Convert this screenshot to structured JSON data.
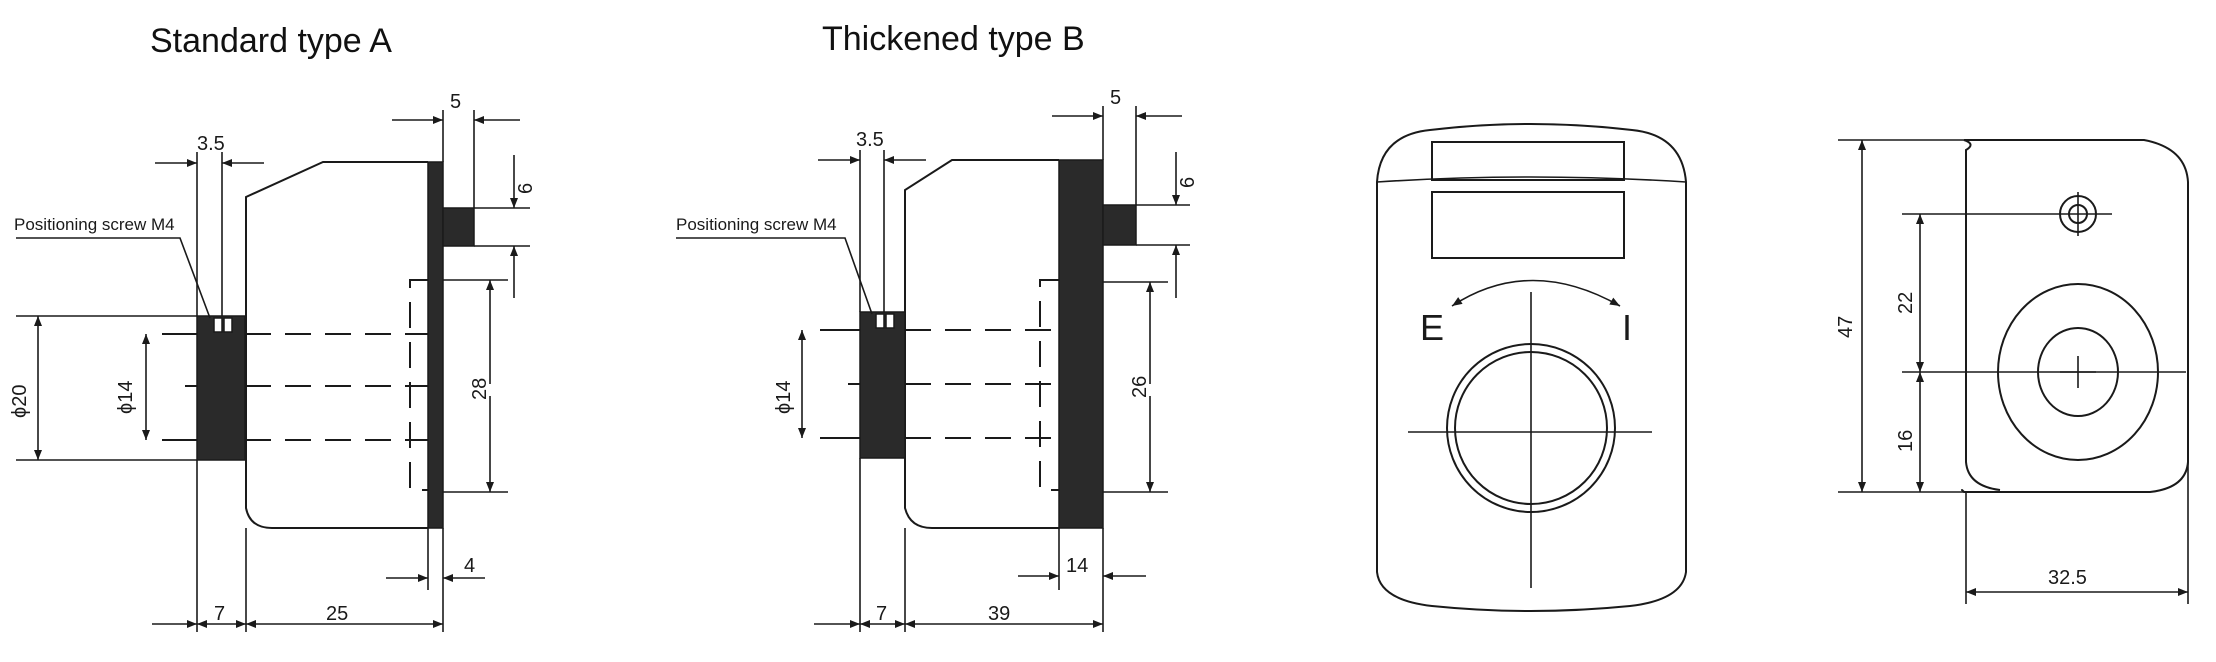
{
  "titles": {
    "type_a": "Standard type A",
    "type_b": "Thickened type B"
  },
  "type_a": {
    "screw_label": "Positioning screw M4",
    "dims": {
      "d_3_5": "3.5",
      "d_5": "5",
      "d_6": "6",
      "d_phi20": "ϕ20",
      "d_phi14": "ϕ14",
      "d_28": "28",
      "d_4": "4",
      "d_7": "7",
      "d_25": "25"
    }
  },
  "type_b": {
    "screw_label": "Positioning screw M4",
    "dims": {
      "d_3_5": "3.5",
      "d_5": "5",
      "d_6": "6",
      "d_phi14": "ϕ14",
      "d_26": "26",
      "d_14": "14",
      "d_7": "7",
      "d_39": "39"
    }
  },
  "front_view": {
    "left_symbol": "E",
    "right_symbol": "I"
  },
  "side_view": {
    "dims": {
      "d_47": "47",
      "d_22": "22",
      "d_16": "16",
      "d_32_5": "32.5"
    }
  }
}
